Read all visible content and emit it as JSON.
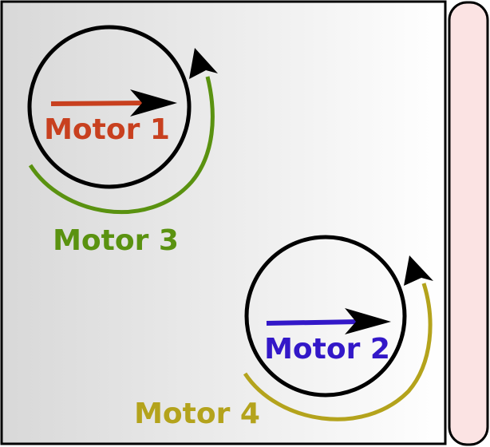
{
  "motors": [
    {
      "id": "motor-1",
      "label": "Motor 1",
      "color": "#c8401f",
      "kind": "linear-arrow",
      "direction": "right"
    },
    {
      "id": "motor-2",
      "label": "Motor 2",
      "color": "#3318c8",
      "kind": "linear-arrow",
      "direction": "right"
    },
    {
      "id": "motor-3",
      "label": "Motor 3",
      "color": "#5a9210",
      "kind": "rotation-arrow",
      "direction": "counter-clockwise"
    },
    {
      "id": "motor-4",
      "label": "Motor 4",
      "color": "#b4a31c",
      "kind": "rotation-arrow",
      "direction": "counter-clockwise"
    }
  ],
  "colors": {
    "panel_gradient_start": "#d8d8d8",
    "panel_gradient_end": "#ffffff",
    "panel_border": "#000000",
    "wheel_outline": "#000000",
    "arrowhead": "#000000",
    "roller_fill": "#fbe3e3",
    "roller_border": "#000000"
  }
}
